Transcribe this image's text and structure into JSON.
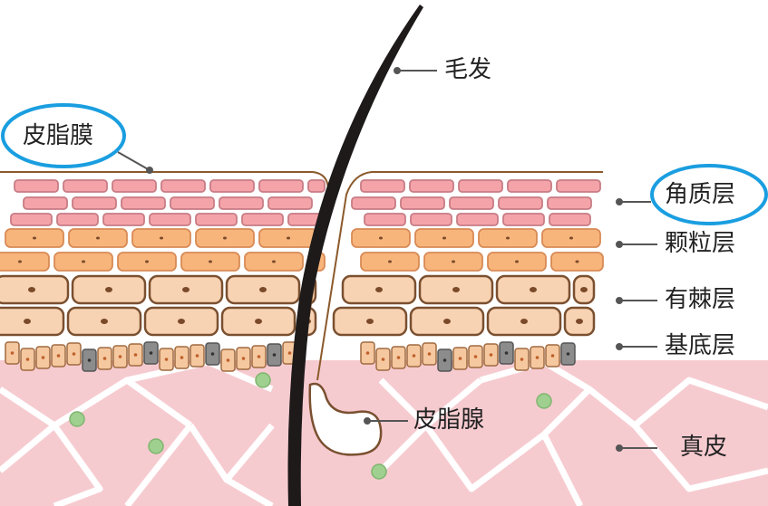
{
  "labels": {
    "hair": "毛发",
    "sebum_film": "皮脂膜",
    "stratum_corneum": "角质层",
    "stratum_granulosum": "颗粒层",
    "stratum_spinosum": "有棘层",
    "stratum_basale": "基底层",
    "sebaceous_gland": "皮脂腺",
    "dermis": "真皮"
  },
  "highlighted": [
    "皮脂膜",
    "角质层"
  ],
  "colors": {
    "highlight_ring": "#1a9ee0",
    "corneum_cell": "#f4a3a8",
    "granular_cell": "#f7b57c",
    "spinous_cell": "#f8d3b3",
    "basal_cell": "#f5c8a0",
    "melanocyte": "#8c8c8c",
    "dermis": "#f6cbd0",
    "hair": "#1e1a1a",
    "outline": "#8b5a2b",
    "leader_line": "#555555"
  }
}
